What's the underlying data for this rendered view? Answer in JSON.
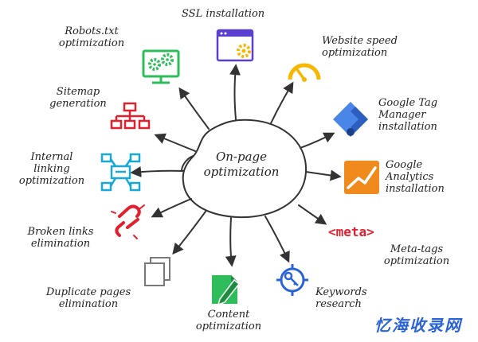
{
  "center": {
    "label": "On-page\noptimization"
  },
  "topics": {
    "ssl": {
      "label": "SSL installation",
      "icon": "browser-gear-icon"
    },
    "robots": {
      "label": "Robots.txt\noptimization",
      "icon": "monitor-gears-icon"
    },
    "speed": {
      "label": "Website speed\noptimization",
      "icon": "speedometer-icon"
    },
    "sitemap": {
      "label": "Sitemap\ngeneration",
      "icon": "sitemap-tree-icon"
    },
    "gtm": {
      "label": "Google Tag\nManager\ninstallation",
      "icon": "google-tag-manager-icon"
    },
    "internal_linking": {
      "label": "Internal\nlinking\noptimization",
      "icon": "linked-nodes-icon"
    },
    "analytics": {
      "label": "Google\nAnalytics\ninstallation",
      "icon": "google-analytics-icon"
    },
    "broken_links": {
      "label": "Broken links\nelimination",
      "icon": "broken-link-icon"
    },
    "meta_tags": {
      "label": "Meta-tags\noptimization",
      "icon_text": "<meta>",
      "icon": "meta-tag-icon"
    },
    "duplicates": {
      "label": "Duplicate pages\nelimination",
      "icon": "duplicate-pages-icon"
    },
    "content": {
      "label": "Content\noptimization",
      "icon": "document-pen-icon"
    },
    "keywords": {
      "label": "Keywords\nresearch",
      "icon": "target-key-icon"
    }
  },
  "watermark": {
    "text": "忆海收录网"
  },
  "colors": {
    "green": "#2ebd5a",
    "purple": "#5a3fd0",
    "yellow": "#f5b700",
    "red": "#e0202f",
    "blue": "#2a63d8",
    "cyan": "#18a8d8",
    "orange": "#f08a1c",
    "gray": "#7a7a7a",
    "ink": "#333333"
  }
}
